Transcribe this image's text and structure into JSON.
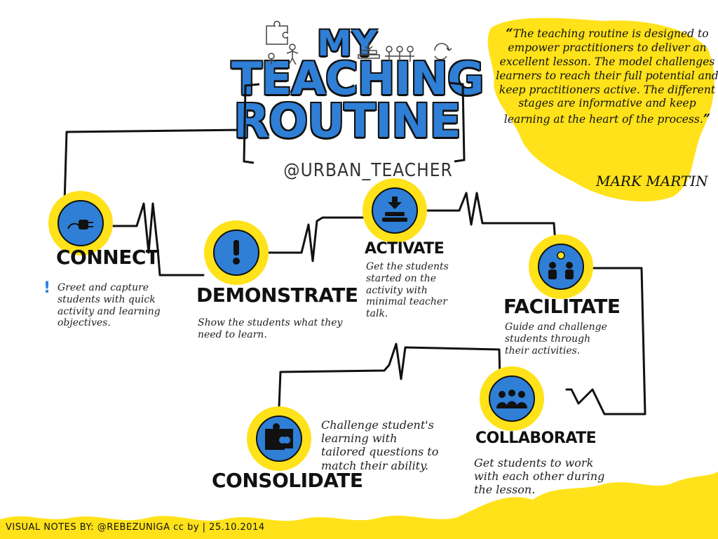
{
  "title": {
    "line1": "MY",
    "line2": "TEACHING",
    "line3": "ROUTINE"
  },
  "handle": "@URBAN_TEACHER",
  "quote": {
    "text": "The teaching routine is designed to empower practitioners to deliver an excellent lesson. The model challenges learners to reach their full potential and keep practitioners active. The different stages are informative and keep learning at the heart of the process.",
    "author": "MARK MARTIN"
  },
  "stages": [
    {
      "name": "CONNECT",
      "icon": "plug-icon",
      "description": "Greet and capture students with quick activity and learning objectives."
    },
    {
      "name": "DEMONSTRATE",
      "icon": "exclamation-icon",
      "description": "Show the students what they need to learn."
    },
    {
      "name": "ACTIVATE",
      "icon": "rocket-launch-icon",
      "description": "Get the students started on the activity with minimal teacher talk."
    },
    {
      "name": "FACILITATE",
      "icon": "people-lightbulb-icon",
      "description": "Guide and challenge students through their activities."
    },
    {
      "name": "COLLABORATE",
      "icon": "group-people-icon",
      "description": "Get students to work with each other during the lesson."
    },
    {
      "name": "CONSOLIDATE",
      "icon": "puzzle-icon",
      "description": "Challenge student's learning with tailored questions to match their ability."
    }
  ],
  "footer": "VISUAL NOTES BY: @REBEZUNIGA cc by | 25.10.2014",
  "colors": {
    "yellow": "#ffe21a",
    "blue": "#2f7fd6",
    "ink": "#111111"
  }
}
